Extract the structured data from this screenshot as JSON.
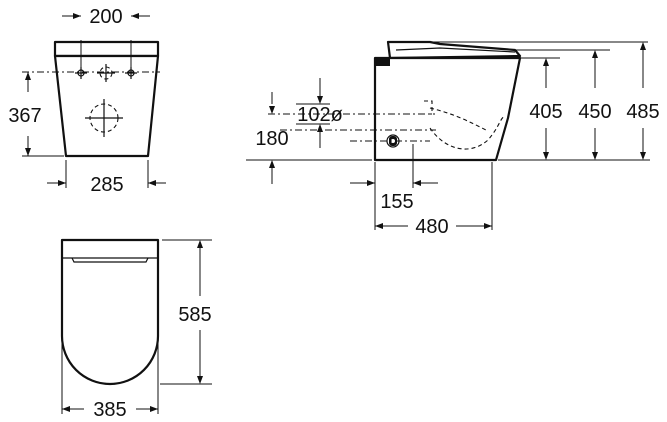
{
  "dimensions": {
    "front_width_holes": "200",
    "front_height_outlet": "367",
    "front_base_width": "285",
    "side_inlet_height": "102ø",
    "side_outlet_height": "180",
    "side_height_405": "405",
    "side_height_450": "450",
    "side_height_485": "485",
    "side_offset": "155",
    "side_depth": "480",
    "top_length": "585",
    "top_width": "385"
  }
}
